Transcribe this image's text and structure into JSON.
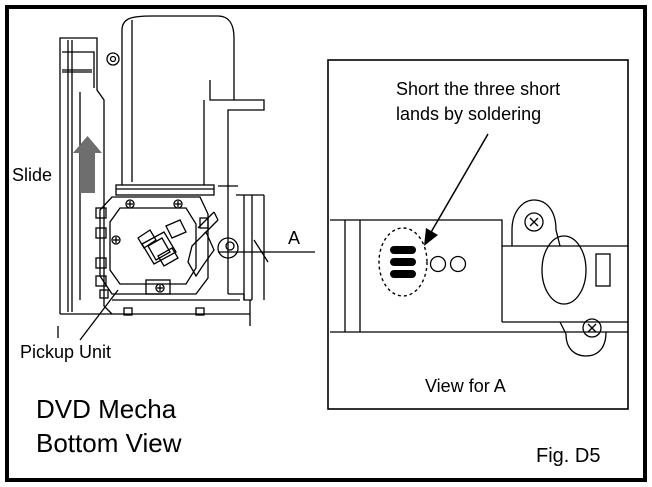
{
  "labels": {
    "slide": "Slide",
    "pointer_a": "A",
    "pickup_unit": "Pickup Unit",
    "title_line1": "DVD Mecha",
    "title_line2": "Bottom View",
    "callout_line1": "Short the three short",
    "callout_line2": "lands by soldering",
    "view_caption": "View for A",
    "figure_number": "Fig. D5"
  },
  "colors": {
    "line": "#000000",
    "background": "#ffffff",
    "slide_arrow": "#6e6e6e",
    "short_lands": "#000000"
  }
}
